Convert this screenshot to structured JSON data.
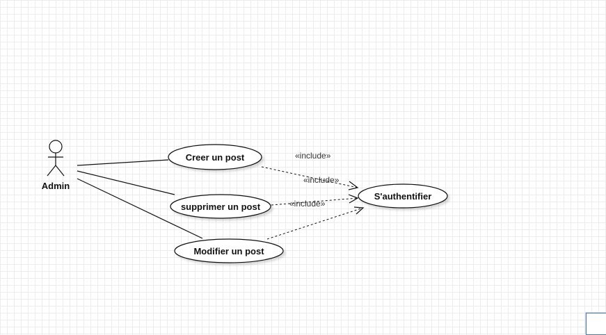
{
  "diagram": {
    "actor": {
      "label": "Admin"
    },
    "use_cases": {
      "create": {
        "label": "Creer un post"
      },
      "delete": {
        "label": "supprimer un post"
      },
      "modify": {
        "label": "Modifier un post"
      },
      "auth": {
        "label": "S'authentifier"
      }
    },
    "relations": [
      {
        "from": "create",
        "to": "auth",
        "stereotype": "«include»"
      },
      {
        "from": "delete",
        "to": "auth",
        "stereotype": "«include»"
      },
      {
        "from": "modify",
        "to": "auth",
        "stereotype": "«include»"
      }
    ]
  }
}
